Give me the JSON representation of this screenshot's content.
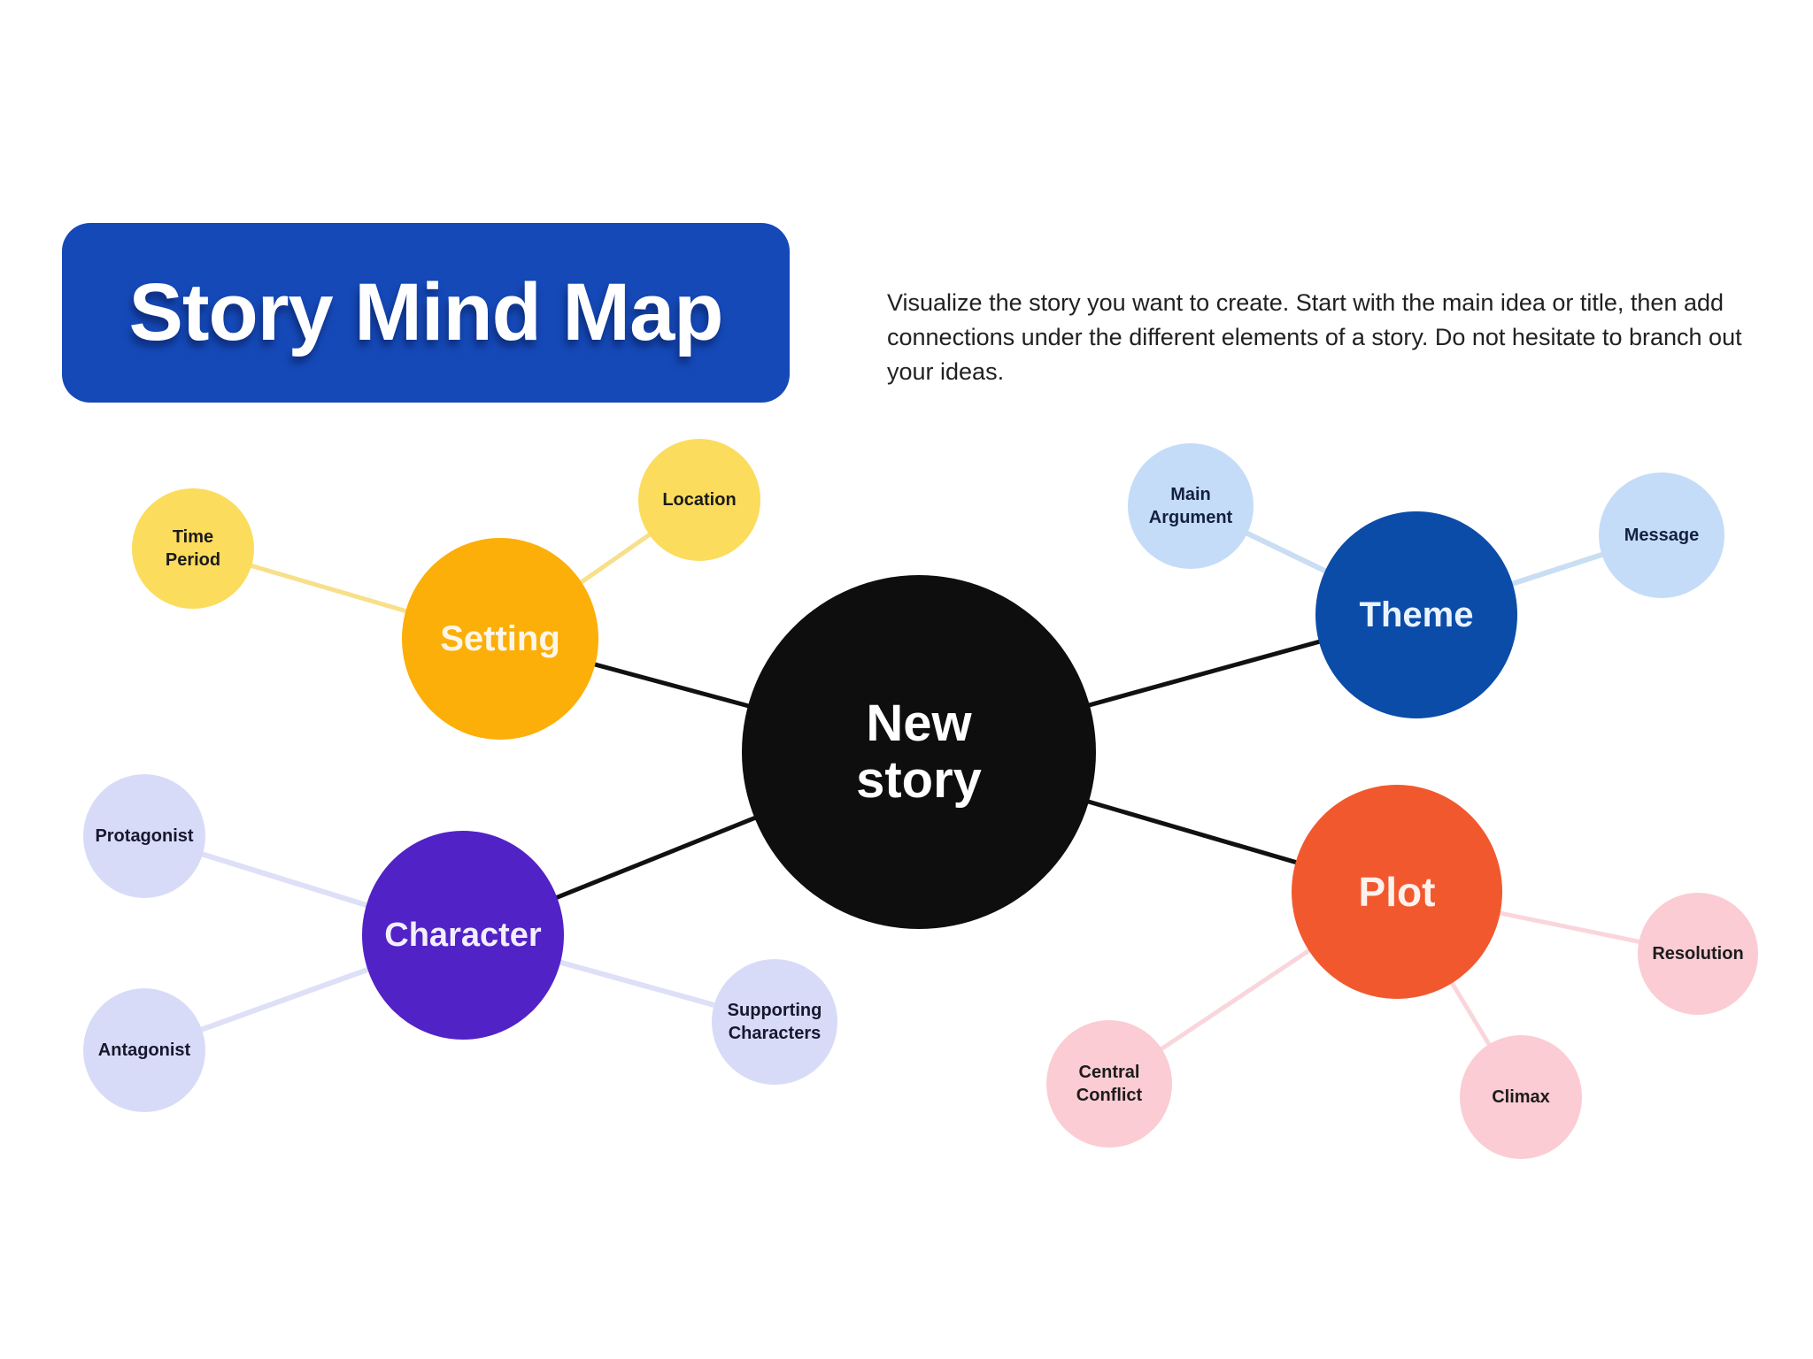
{
  "header": {
    "title": "Story Mind Map",
    "title_bg": "#1549B8",
    "title_text_color": "#FFFFFF",
    "description": "Visualize the story you want to create. Start with the main idea or title, then add connections under the different elements of a story. Do not hesitate to branch out your ideas.",
    "description_color": "#212121"
  },
  "mindmap": {
    "center": {
      "label": "New story",
      "color": "#0E0E0E",
      "text_color": "#FFFFFF",
      "main_link_color": "#111111"
    },
    "branches": [
      {
        "label": "Setting",
        "color": "#FCAF08",
        "text_color": "#FDF6E8",
        "link_color": "#F8DF8A",
        "children": [
          {
            "label": "Time Period",
            "color": "#FBDC5C",
            "text_color": "#1B1B1B"
          },
          {
            "label": "Location",
            "color": "#FBDC5C",
            "text_color": "#1B1B1B"
          }
        ]
      },
      {
        "label": "Theme",
        "color": "#0A4CA8",
        "text_color": "#EAF2FC",
        "link_color": "#C9DDF3",
        "children": [
          {
            "label": "Main Argument",
            "color": "#C4DCF8",
            "text_color": "#14213D"
          },
          {
            "label": "Message",
            "color": "#C4DCF8",
            "text_color": "#14213D"
          }
        ]
      },
      {
        "label": "Character",
        "color": "#5122C6",
        "text_color": "#F2EEFC",
        "link_color": "#DDE0F6",
        "children": [
          {
            "label": "Protagonist",
            "color": "#D8DBF8",
            "text_color": "#17172E"
          },
          {
            "label": "Antagonist",
            "color": "#D8DBF8",
            "text_color": "#17172E"
          },
          {
            "label": "Supporting Characters",
            "color": "#D8DBF8",
            "text_color": "#17172E"
          }
        ]
      },
      {
        "label": "Plot",
        "color": "#F2582E",
        "text_color": "#FDF1ED",
        "link_color": "#FAD6DC",
        "children": [
          {
            "label": "Central Conflict",
            "color": "#FBCCD3",
            "text_color": "#1C1C1C"
          },
          {
            "label": "Climax",
            "color": "#FBCCD3",
            "text_color": "#1C1C1C"
          },
          {
            "label": "Resolution",
            "color": "#FBCCD3",
            "text_color": "#1C1C1C"
          }
        ]
      }
    ]
  }
}
